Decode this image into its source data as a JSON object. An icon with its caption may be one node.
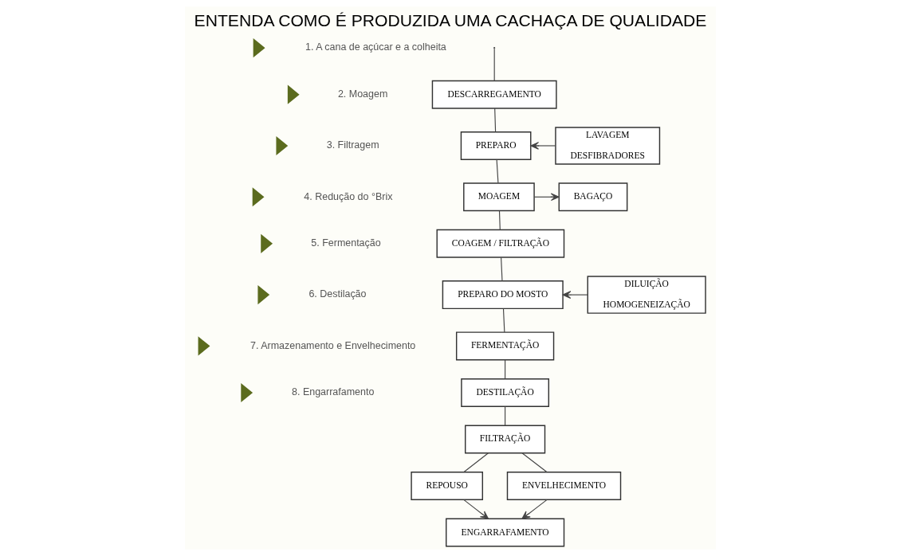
{
  "diagram": {
    "title": "ENTENDA COMO É PRODUZIDA UMA CACHAÇA DE QUALIDADE",
    "nodes": [
      {
        "text": [
          "DESCARREGAMENTO"
        ]
      },
      {
        "text": [
          "PREPARO"
        ]
      },
      {
        "text": [
          "LAVAGEM",
          "DESFIBRADORES"
        ]
      },
      {
        "text": [
          "BAGAÇO"
        ]
      },
      {
        "text": [
          "MOAGEM"
        ]
      },
      {
        "text": [
          "COAGEM / FILTRAÇÃO"
        ]
      },
      {
        "text": [
          "PREPARO DO MOSTO"
        ]
      },
      {
        "text": [
          "DILUIÇÃO",
          "HOMOGENEIZAÇÃO"
        ]
      },
      {
        "text": [
          "FERMENTAÇÃO"
        ]
      },
      {
        "text": [
          "DESTILAÇÃO"
        ]
      },
      {
        "text": [
          "FILTRAÇÃO"
        ]
      },
      {
        "text": [
          "REPOUSO"
        ]
      },
      {
        "text": [
          "ENVELHECIMENTO"
        ]
      },
      {
        "text": [
          "ENGARRAFAMENTO"
        ]
      }
    ],
    "edges": [
      {
        "from": null,
        "to": 0,
        "arrow": "none"
      },
      {
        "from": 0,
        "to": 1,
        "arrow": "none"
      },
      {
        "from": 2,
        "to": 1,
        "arrow": "to"
      },
      {
        "from": 1,
        "to": 4,
        "arrow": "none"
      },
      {
        "from": 4,
        "to": 3,
        "arrow": "to"
      },
      {
        "from": 4,
        "to": 5,
        "arrow": "none"
      },
      {
        "from": 5,
        "to": 6,
        "arrow": "none"
      },
      {
        "from": 7,
        "to": 6,
        "arrow": "to"
      },
      {
        "from": 6,
        "to": 8,
        "arrow": "none"
      },
      {
        "from": 8,
        "to": 9,
        "arrow": "none"
      },
      {
        "from": 9,
        "to": 10,
        "arrow": "none"
      },
      {
        "from": 10,
        "to": 11,
        "arrow": "none"
      },
      {
        "from": 10,
        "to": 12,
        "arrow": "none"
      },
      {
        "from": 11,
        "to": 13,
        "arrow": "to"
      },
      {
        "from": 12,
        "to": 13,
        "arrow": "to"
      }
    ],
    "labels": [
      "1. A cana de açúcar e a colheita",
      "2. Moagem",
      "3. Filtragem",
      "4. Redução do °Brix",
      "5. Fermentação",
      "6. Destilação",
      "7. Armazenamento e Envelhecimento",
      "8. Engarrafamento"
    ]
  }
}
